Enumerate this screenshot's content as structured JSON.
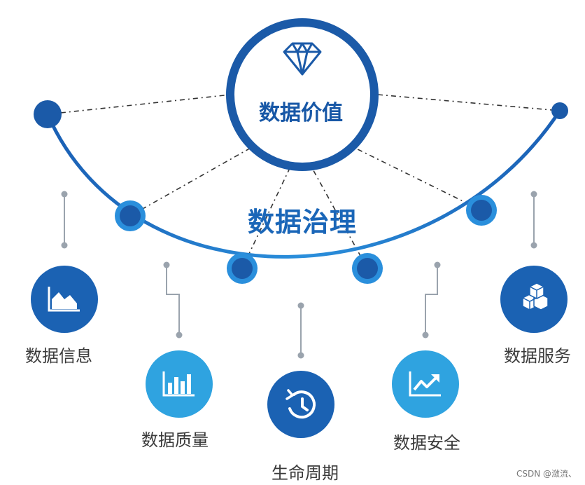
{
  "center": {
    "label": "数据价值",
    "icon": "diamond-icon"
  },
  "title": "数据治理",
  "items": [
    {
      "label": "数据信息",
      "icon": "area-chart-icon",
      "color": "#1b62b3"
    },
    {
      "label": "数据质量",
      "icon": "bar-chart-icon",
      "color": "#2fa3e0"
    },
    {
      "label": "生命周期",
      "icon": "history-icon",
      "color": "#1b62b3"
    },
    {
      "label": "数据安全",
      "icon": "trend-up-icon",
      "color": "#2fa3e0"
    },
    {
      "label": "数据服务",
      "icon": "cubes-icon",
      "color": "#1b62b3"
    }
  ],
  "watermark": "CSDN @潋流、",
  "colors": {
    "dark_blue": "#1b62b3",
    "light_blue": "#2fa3e0",
    "connector": "#9aa3ad",
    "dash": "#333333"
  }
}
